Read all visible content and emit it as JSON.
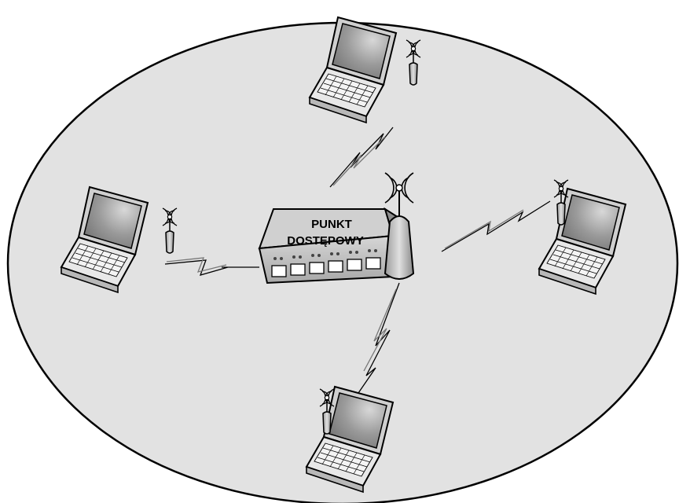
{
  "diagram": {
    "access_point": {
      "label_line1": "PUNKT",
      "label_line2": "DOSTĘPOWY",
      "ports": 6
    },
    "clients": [
      {
        "name": "laptop-top",
        "icon": "laptop-icon"
      },
      {
        "name": "laptop-left",
        "icon": "laptop-icon"
      },
      {
        "name": "laptop-right",
        "icon": "laptop-icon"
      },
      {
        "name": "laptop-bottom",
        "icon": "laptop-icon"
      }
    ],
    "links": [
      "wireless-link-top",
      "wireless-link-left",
      "wireless-link-right",
      "wireless-link-bottom"
    ],
    "colors": {
      "coverage_area": "#e2e2e2",
      "outline": "#000000",
      "device_body": "#bdbdbd",
      "screen": "#8a8a8a"
    }
  }
}
